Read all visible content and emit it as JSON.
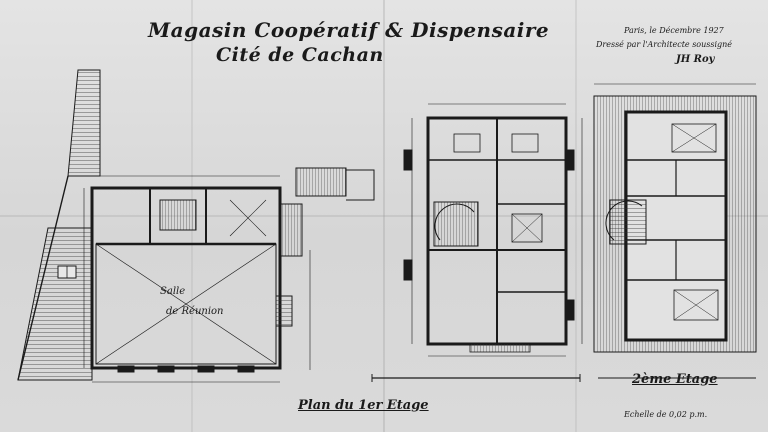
{
  "header": {
    "title": "Magasin Coopératif & Dispensaire",
    "subtitle": "Cité de Cachan",
    "date_note": "Paris, le Décembre 1927",
    "approval_note": "Dressé par l'Architecte soussigné",
    "signature": "JH Roy"
  },
  "plans": {
    "first_floor": {
      "label": "Plan du 1er Etage",
      "room_label_line1": "Salle",
      "room_label_line2": "de Réunion"
    },
    "second_floor": {
      "label": "2ème Etage"
    }
  },
  "scale_note": "Echelle de 0,02 p.m.",
  "colors": {
    "paper": "#dcdcdc",
    "ink": "#1a1a1a"
  }
}
